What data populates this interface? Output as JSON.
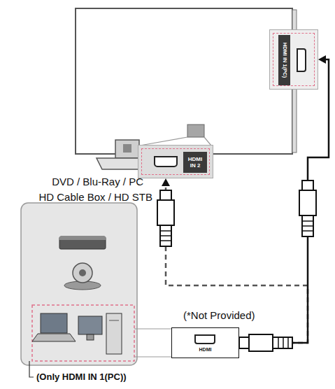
{
  "diagram": {
    "nodes": [
      {
        "text": [
          "HDMI IN 1(PC)"
        ]
      },
      {
        "text": [
          "HDMI IN 2"
        ]
      },
      {
        "text": [
          "HDMI"
        ]
      }
    ],
    "edges": [
      {
        "from": 2,
        "to": 1,
        "arrow": "to"
      },
      {
        "from": 2,
        "to": 0,
        "arrow": "to"
      }
    ],
    "labels": [
      "DVD / Blu-Ray / PC",
      "HD Cable Box / HD STB",
      "(*Not Provided)",
      "(Only HDMI IN 1(PC))"
    ]
  }
}
